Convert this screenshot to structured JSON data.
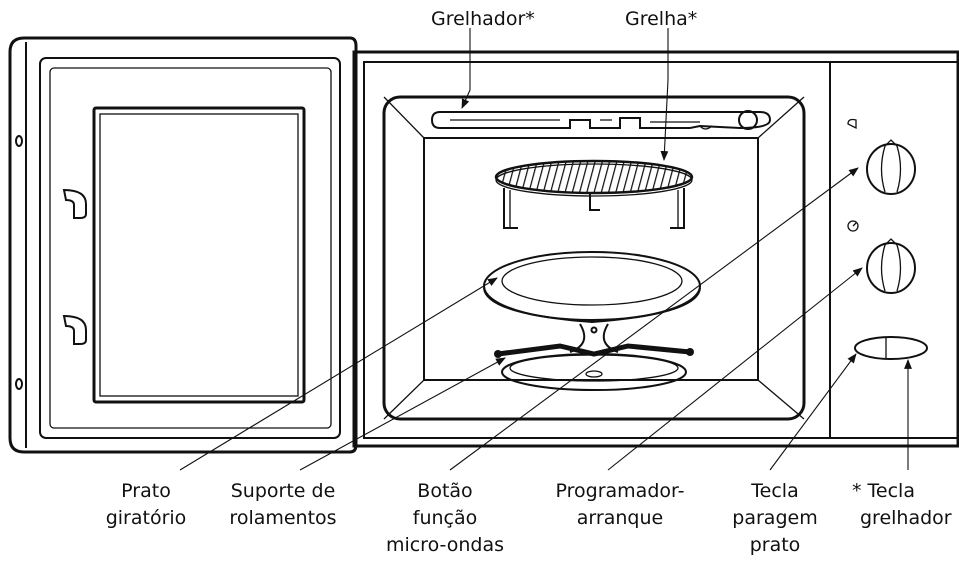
{
  "labels": {
    "grelhador": "Grelhador*",
    "grelha": "Grelha*",
    "prato_giratorio": [
      "Prato",
      "giratório"
    ],
    "suporte_rolamentos": [
      "Suporte de",
      "rolamentos"
    ],
    "botao_funcao": [
      "Botão",
      "função",
      "micro-ondas"
    ],
    "programador": [
      "Programador-",
      "arranque"
    ],
    "tecla_paragem": [
      "Tecla",
      "paragem",
      "prato"
    ],
    "tecla_grelhador": [
      "* Tecla",
      "grelhador"
    ]
  }
}
